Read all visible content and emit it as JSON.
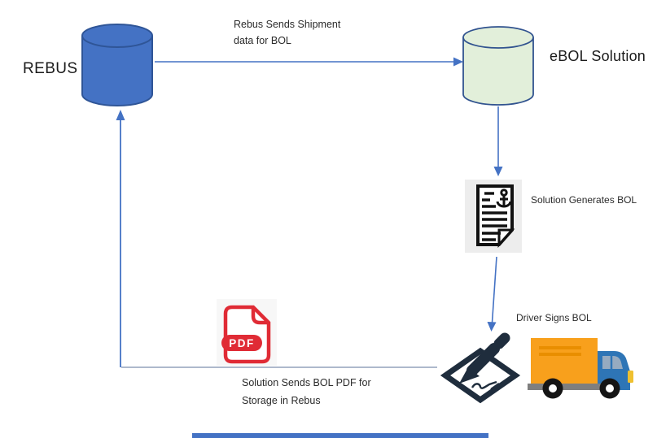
{
  "nodes": {
    "rebus_label": "REBUS",
    "ebol_label": "eBOL Solution"
  },
  "captions": {
    "shipment_line1": "Rebus Sends Shipment",
    "shipment_line2": "data for BOL",
    "generates_bol": "Solution Generates BOL",
    "driver_signs": "Driver Signs BOL",
    "storage_line1": "Solution Sends BOL PDF for",
    "storage_line2": "Storage in Rebus"
  },
  "pdf_icon": {
    "badge_text": "PDF"
  },
  "icons": {
    "rebus": "database-cylinder-icon",
    "ebol": "database-cylinder-icon",
    "bol_document": "bol-document-anchor-icon",
    "pdf": "pdf-file-icon",
    "signature": "signature-pen-icon",
    "truck": "delivery-truck-icon"
  },
  "colors": {
    "rebus_fill": "#4472C4",
    "rebus_stroke": "#2F5597",
    "ebol_fill": "#E2EFDA",
    "ebol_stroke": "#31538F",
    "arrow": "#4472C4",
    "return_line": "#AEB9CC",
    "doc_ink": "#111111",
    "doc_bg": "#EDEDED",
    "pdf_red": "#E02B35",
    "signature_ink": "#1F2D3D",
    "truck_box": "#F8A01C",
    "truck_stripe": "#E98E00",
    "truck_cab": "#2E75B6",
    "truck_window": "#97ABC0",
    "truck_chassis": "#7F7F7F",
    "truck_bumper": "#EFC02F",
    "bottom_bar": "#4472C4"
  }
}
